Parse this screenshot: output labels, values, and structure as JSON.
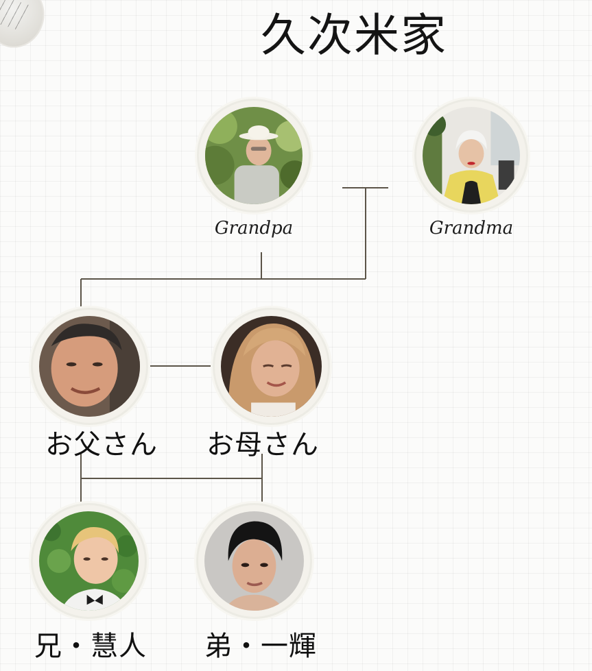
{
  "family": {
    "title": "久次米家",
    "grandpa": {
      "label": "Grandpa"
    },
    "grandma": {
      "label": "Grandma"
    },
    "father": {
      "label": "お父さん"
    },
    "mother": {
      "label": "お母さん"
    },
    "older_brother": {
      "label": "兄・慧人"
    },
    "younger_brother": {
      "label": "弟・一輝"
    }
  },
  "colors": {
    "line": "#5b5448",
    "grid_background": "#fbfbfa"
  }
}
